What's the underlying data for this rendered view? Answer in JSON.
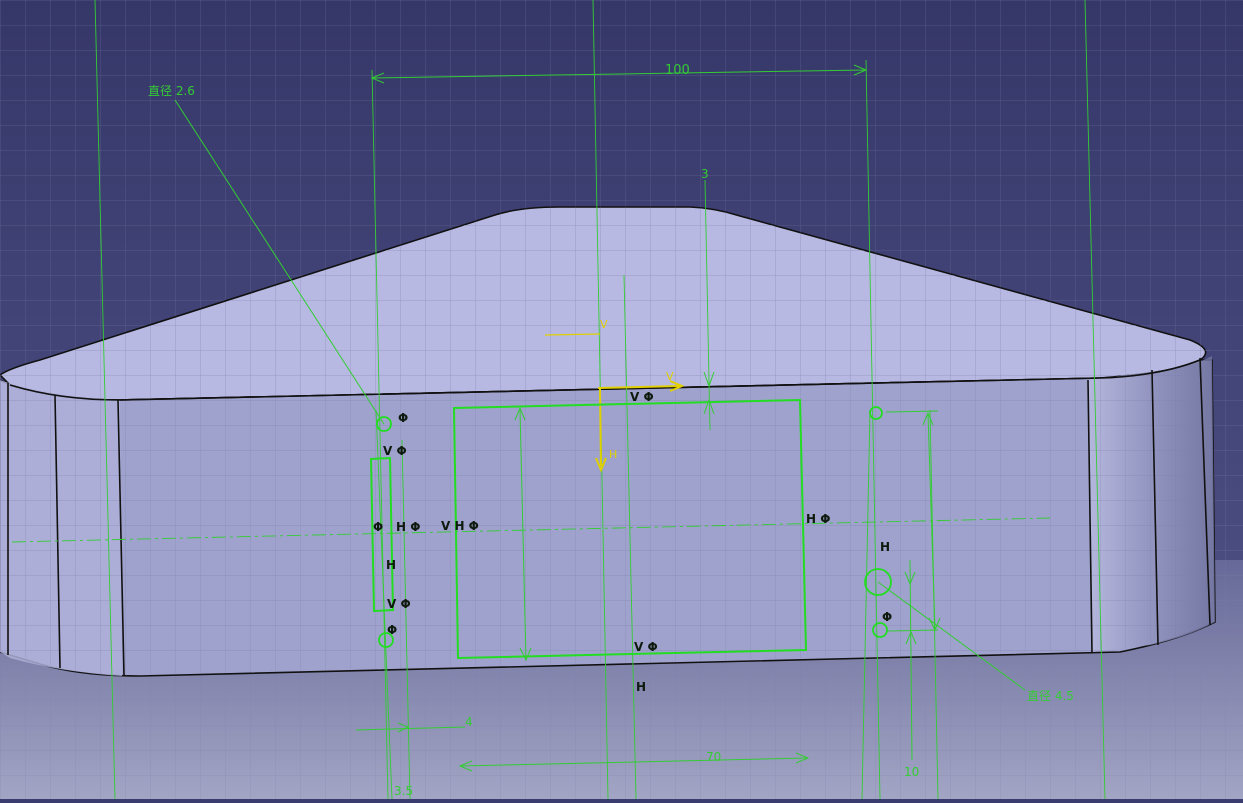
{
  "window": {
    "title": "",
    "background_top": "#3a3b6e",
    "background_bottom": "#8f93b8"
  },
  "colors": {
    "constraint_green": "#33cc33",
    "sketch_green": "#22dd22",
    "axis_yellow": "#e0d000",
    "model_top": "#b4b6e0",
    "model_front": "#9fa2cc",
    "edge": "#111111",
    "grid": "#6e71a0"
  },
  "sketch": {
    "dimensions": {
      "width_100": "100",
      "offset_3": "3",
      "width_70": "70",
      "offset_4": "4",
      "bottom_3_5": "3.5",
      "height_10": "10"
    },
    "callouts": {
      "diameter_left": "直径 2.6",
      "diameter_right": "直径 4.5"
    },
    "axis": {
      "h_label": "H",
      "v_label": "V"
    },
    "constraints": {
      "vphi": "V Φ",
      "hphi": "H Φ",
      "phi": "Φ",
      "h": "H",
      "vhphi": "V H Φ"
    }
  }
}
